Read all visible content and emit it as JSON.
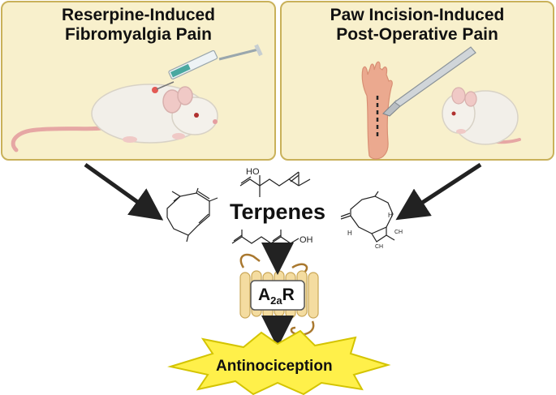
{
  "panels": {
    "left": {
      "title_line1": "Reserpine-Induced",
      "title_line2": "Fibromyalgia Pain"
    },
    "right": {
      "title_line1": "Paw Incision-Induced",
      "title_line2": "Post-Operative Pain"
    }
  },
  "center": {
    "terpenes": "Terpenes",
    "receptor_main": "A",
    "receptor_sub": "2a",
    "receptor_tail": "R",
    "outcome": "Antinociception"
  },
  "molecules": {
    "linalool_oh": "HO",
    "geraniol_oh": "OH",
    "caryophyllene_h1": "H",
    "caryophyllene_h2": "H",
    "caryophyllene_ch3_1": "CH",
    "caryophyllene_ch3_2": "CH"
  },
  "colors": {
    "panel_fill": "#f8f0cc",
    "panel_border": "#c9b15a",
    "arrow": "#222222",
    "burst_fill": "#fff04a",
    "burst_stroke": "#d4c400",
    "receptor_helix": "#f4dca0",
    "receptor_loop": "#a9782f"
  },
  "icons": [
    "syringe-icon",
    "mouse-icon",
    "paw-icon",
    "scalpel-icon"
  ]
}
